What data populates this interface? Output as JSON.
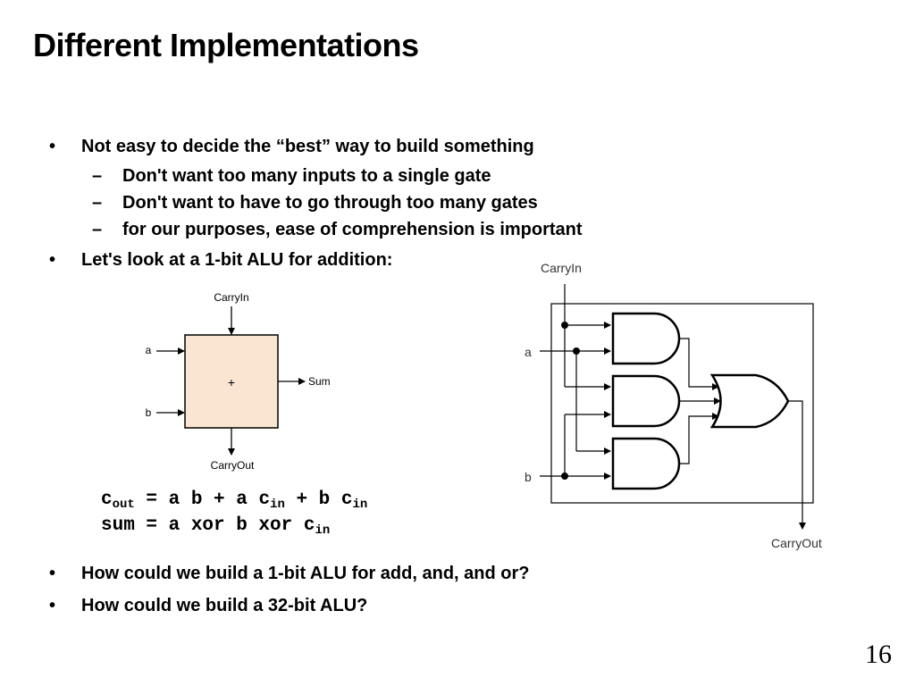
{
  "slide": {
    "title": "Different Implementations",
    "page_number": "16",
    "bullets_top": [
      {
        "marker": "•",
        "text": "Not easy to decide the “best” way to build something"
      },
      {
        "marker": "–",
        "text": "Don't want too many inputs to a single gate"
      },
      {
        "marker": "–",
        "text": "Don't want to have to go through too many gates"
      },
      {
        "marker": "–",
        "text": "for our purposes, ease of comprehension is important"
      },
      {
        "marker": "•",
        "text": "Let's look at a 1-bit ALU for addition:"
      }
    ],
    "bullets_bottom": [
      {
        "marker": "•",
        "text": "How could we build a 1-bit ALU for add, and, and or?"
      },
      {
        "marker": "•",
        "text": "How could we build a 32-bit ALU?"
      }
    ],
    "equations": {
      "cout_lhs": "c",
      "cout_lhs_sub": "out",
      "cout_rhs_1": " = a b + a c",
      "cout_rhs_1_sub": "in",
      "cout_rhs_2": " + b c",
      "cout_rhs_2_sub": "in",
      "sum_text": "sum = a xor b xor c",
      "sum_sub": "in"
    }
  },
  "adder_block": {
    "carry_in_label": "CarryIn",
    "a_label": "a",
    "b_label": "b",
    "op_symbol": "+",
    "sum_label": "Sum",
    "carry_out_label": "CarryOut",
    "fill_color": "#fae5d3"
  },
  "gate_circuit": {
    "carry_in_label": "CarryIn",
    "a_label": "a",
    "b_label": "b",
    "carry_out_label": "CarryOut"
  }
}
